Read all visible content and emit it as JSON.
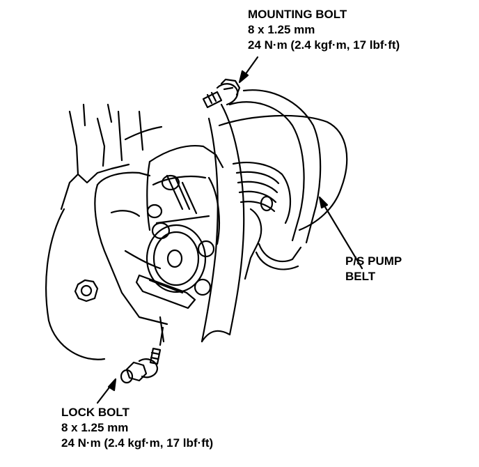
{
  "diagram": {
    "stroke_color": "#000000",
    "background_color": "#ffffff",
    "mounting_bolt": {
      "name": "MOUNTING BOLT",
      "size": "8 x 1.25 mm",
      "torque": "24 N·m (2.4 kgf·m, 17 lbf·ft)"
    },
    "ps_pump_belt": {
      "line1": "P/S PUMP",
      "line2": "BELT"
    },
    "lock_bolt": {
      "name": "LOCK BOLT",
      "size": "8 x 1.25 mm",
      "torque": "24 N·m (2.4 kgf·m, 17 lbf·ft)"
    }
  }
}
